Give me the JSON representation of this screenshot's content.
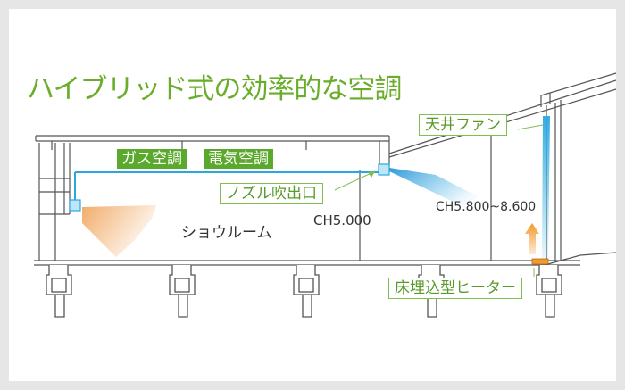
{
  "title": "ハイブリッド式の効率的な空調",
  "labels": {
    "gas": "ガス空調",
    "electric": "電気空調",
    "nozzle": "ノズル吹出口",
    "ceiling_fan": "天井ファン",
    "floor_heater": "床埋込型ヒーター",
    "showroom": "ショウルーム",
    "ch_low": "CH5.000",
    "ch_high": "CH5.800~8.600"
  },
  "colors": {
    "green": "#5aa92c",
    "title_green": "#6aad2b",
    "duct_blue": "#29a8e0",
    "warm_orange": "#f0a35a",
    "heater_orange": "#f29a2e"
  }
}
